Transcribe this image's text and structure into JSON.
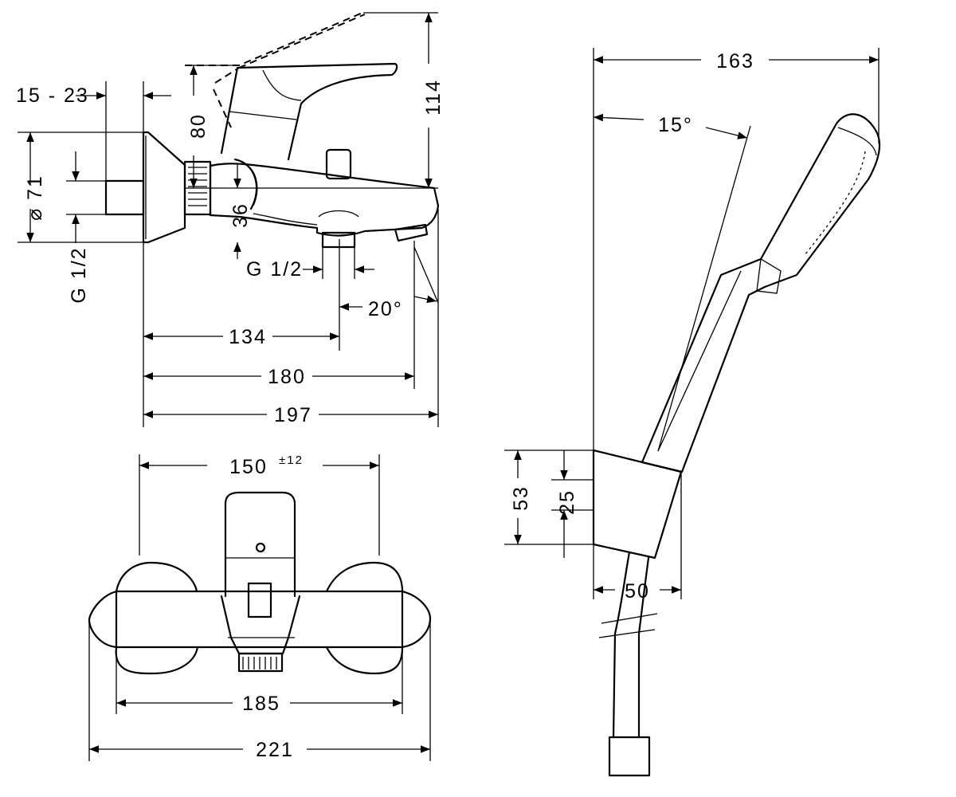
{
  "side_view": {
    "d_15_23": "15 - 23",
    "d_80": "80",
    "d_114": "114",
    "d_dia71": "⌀ 71",
    "d_g12_left": "G 1/2",
    "d_36": "36",
    "d_g12_bottom": "G 1/2",
    "d_20deg": "20°",
    "d_134": "134",
    "d_180": "180",
    "d_197": "197"
  },
  "front_view": {
    "d_150": "150",
    "d_150_tol": "±12",
    "d_185": "185",
    "d_221": "221"
  },
  "shower_view": {
    "d_163": "163",
    "d_15deg": "15°",
    "d_53": "53",
    "d_25": "25",
    "d_50": "50"
  }
}
